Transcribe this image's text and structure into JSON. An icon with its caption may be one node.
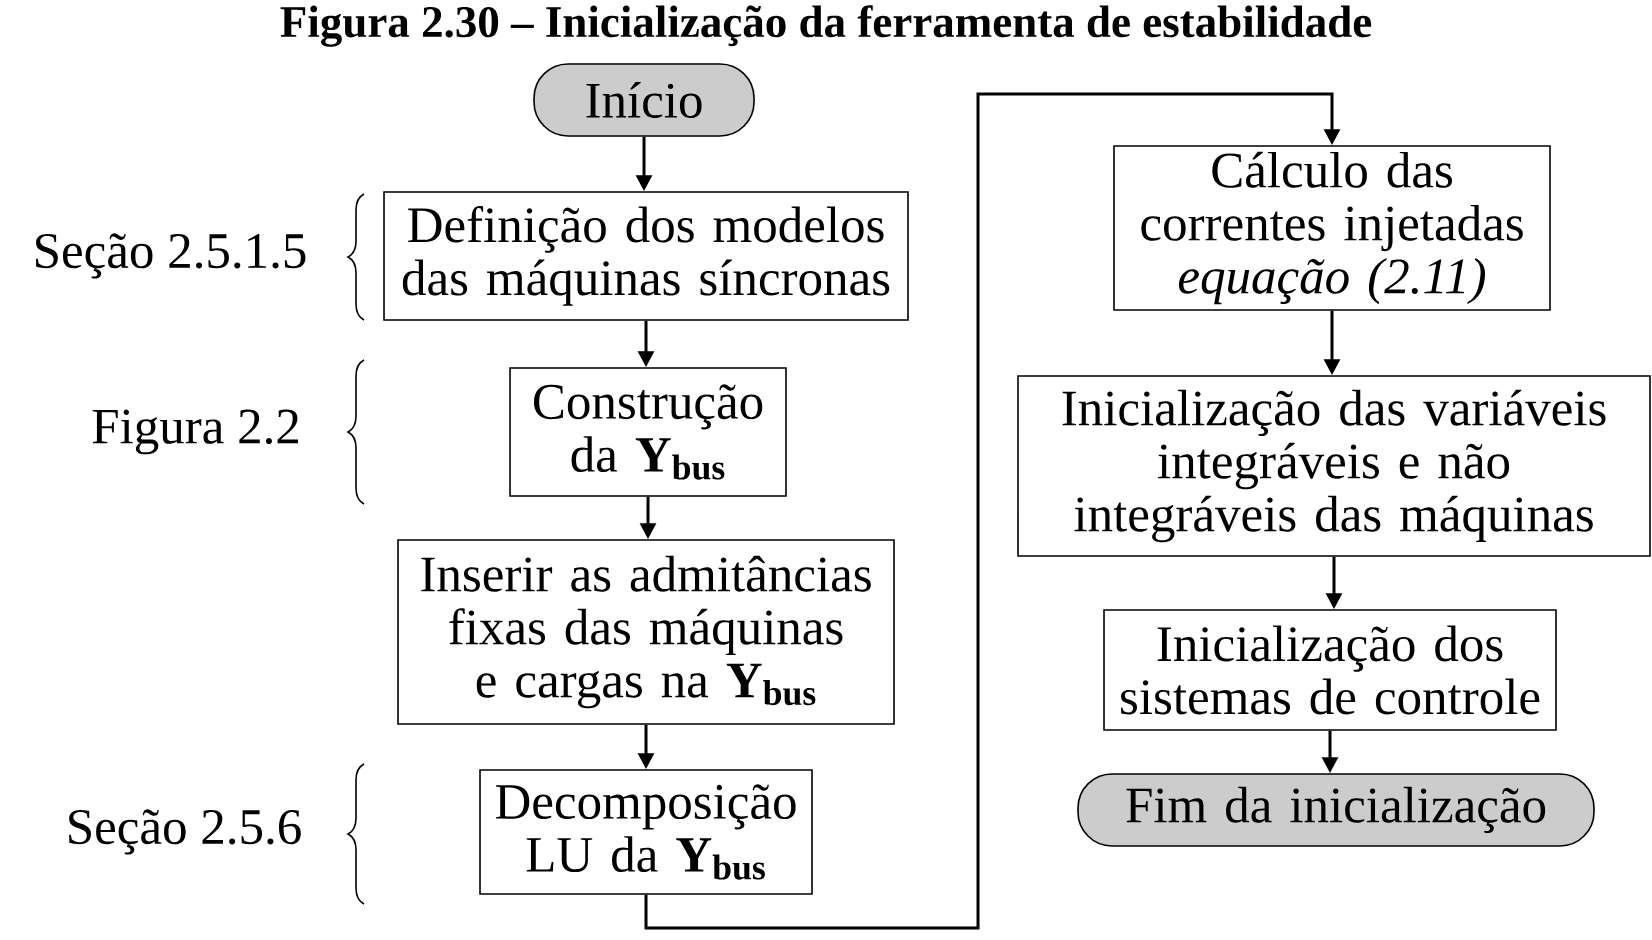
{
  "diagram": {
    "title": "Figura 2.30 – Inicialização da ferramenta de estabilidade",
    "nodes": [
      {
        "text": [
          "Início"
        ]
      },
      {
        "text": [
          "Definição dos modelos das máquinas síncronas"
        ]
      },
      {
        "text": [
          "Construção da **Y$_{bus}$**"
        ]
      },
      {
        "text": [
          "Inserir as admitâncias fixas das máquinas e cargas na **Y$_{bus}$**"
        ]
      },
      {
        "text": [
          "Decomposição LU da **Y$_{bus}$**"
        ]
      },
      {
        "text": [
          "Cálculo das correntes injetadas *equação (2.11)*"
        ]
      },
      {
        "text": [
          "Inicialização das variáveis integráveis e não integráveis das máquinas"
        ]
      },
      {
        "text": [
          "Inicialização dos sistemas de controle"
        ]
      },
      {
        "text": [
          "Fim da inicialização"
        ]
      }
    ],
    "edges": [
      {
        "from": 0,
        "to": 1,
        "arrow": "to"
      },
      {
        "from": 1,
        "to": 2,
        "arrow": "to"
      },
      {
        "from": 2,
        "to": 3,
        "arrow": "to"
      },
      {
        "from": 3,
        "to": 4,
        "arrow": "to"
      },
      {
        "from": 4,
        "to": 5,
        "arrow": "to"
      },
      {
        "from": 5,
        "to": 6,
        "arrow": "to"
      },
      {
        "from": 6,
        "to": 7,
        "arrow": "to"
      },
      {
        "from": 7,
        "to": 8,
        "arrow": "to"
      }
    ],
    "labels": [
      "Seção 2.5.1.5",
      "Figura 2.2",
      "Seção 2.5.6"
    ]
  }
}
